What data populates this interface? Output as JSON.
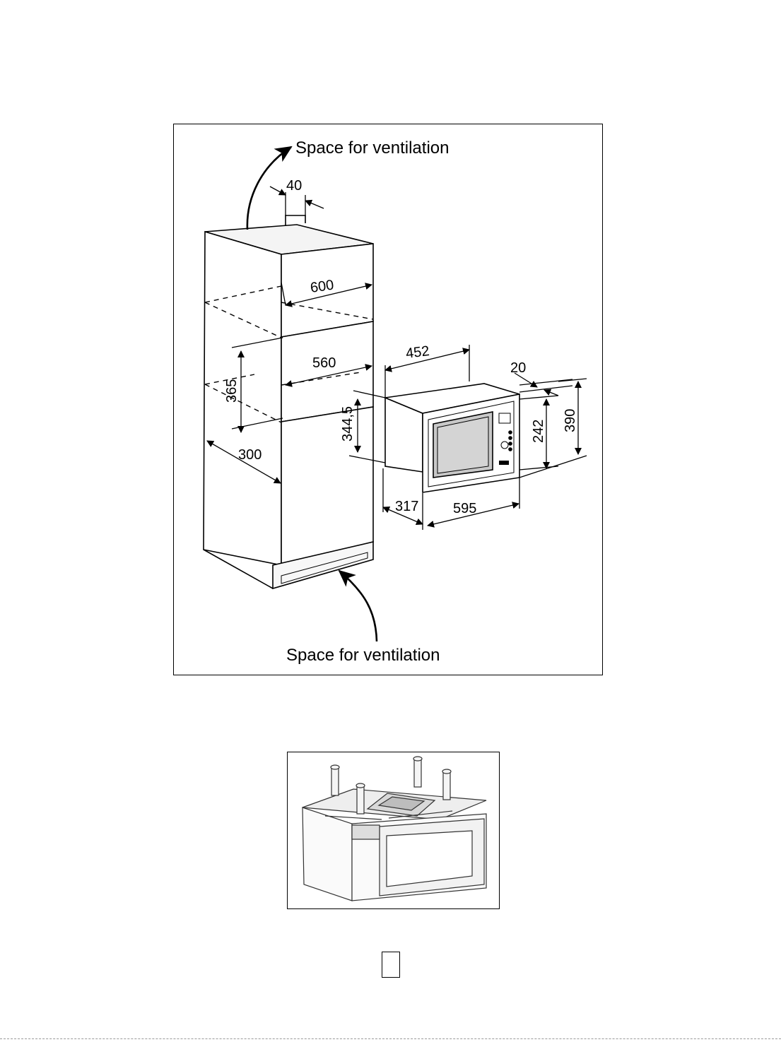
{
  "labels": {
    "vent_top": "Space for ventilation",
    "vent_bottom": "Space for ventilation"
  },
  "dimensions": {
    "d40": "40",
    "d600": "600",
    "d560": "560",
    "d365": "365",
    "d300": "300",
    "d452": "452",
    "d20": "20",
    "d344_5": "344,5",
    "d242": "242",
    "d390": "390",
    "d317": "317",
    "d595": "595"
  }
}
